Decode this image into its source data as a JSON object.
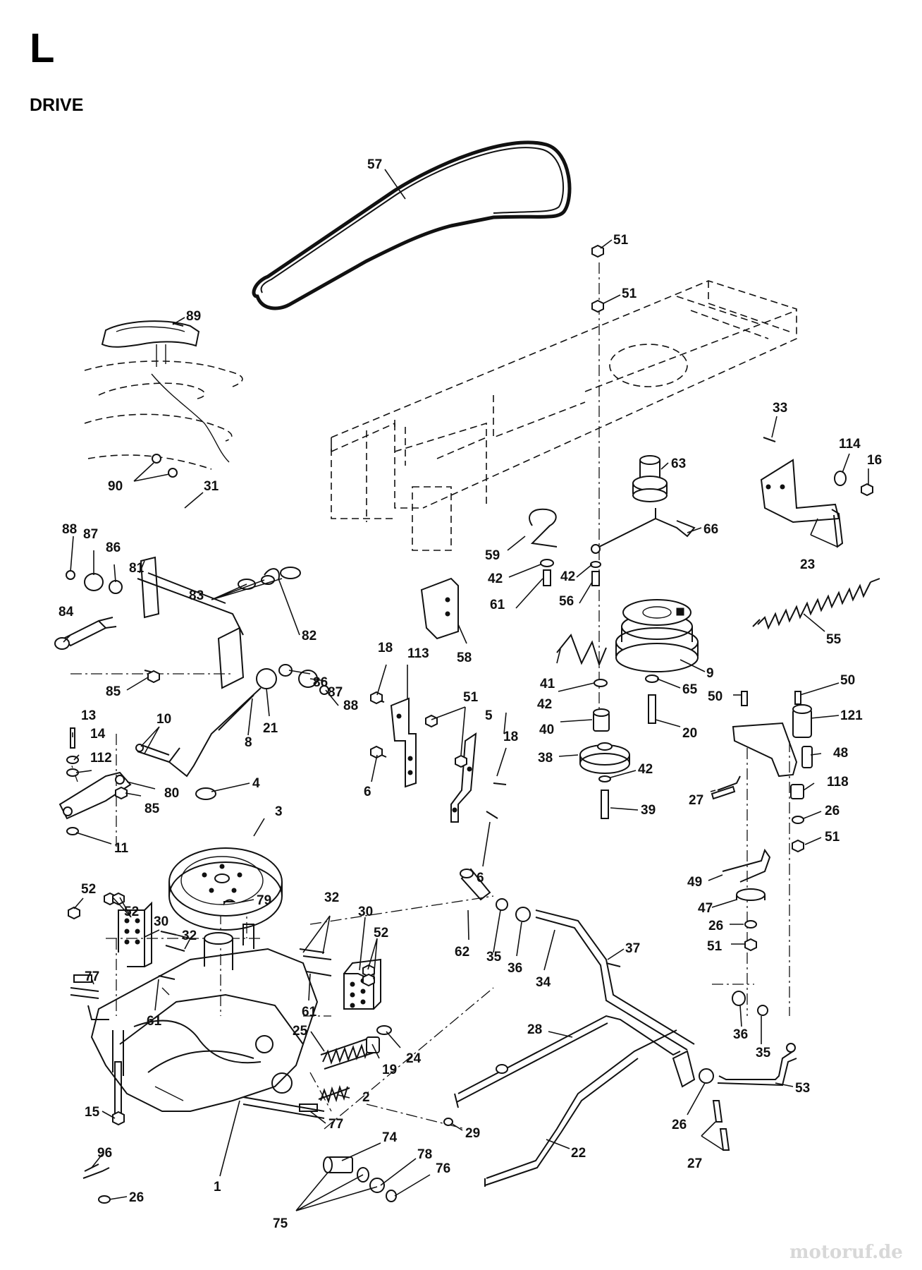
{
  "page": {
    "section_letter": "L",
    "section_title": "DRIVE",
    "watermark": "motoruf.de"
  },
  "callouts": [
    "57",
    "51",
    "51",
    "89",
    "90",
    "31",
    "88",
    "87",
    "86",
    "81",
    "84",
    "85",
    "83",
    "82",
    "86",
    "87",
    "88",
    "21",
    "8",
    "10",
    "13",
    "14",
    "112",
    "80",
    "85",
    "11",
    "4",
    "3",
    "79",
    "52",
    "52",
    "30",
    "32",
    "77",
    "61",
    "15",
    "96",
    "26",
    "1",
    "25",
    "19",
    "24",
    "2",
    "77",
    "74",
    "78",
    "76",
    "75",
    "32",
    "30",
    "52",
    "61",
    "18",
    "113",
    "6",
    "51",
    "5",
    "18",
    "6",
    "59",
    "42",
    "61",
    "42",
    "56",
    "63",
    "66",
    "58",
    "41",
    "42",
    "40",
    "38",
    "42",
    "39",
    "9",
    "65",
    "20",
    "55",
    "33",
    "114",
    "16",
    "23",
    "50",
    "50",
    "121",
    "48",
    "27",
    "118",
    "26",
    "51",
    "49",
    "47",
    "26",
    "51",
    "62",
    "35",
    "36",
    "34",
    "37",
    "28",
    "29",
    "22",
    "36",
    "35",
    "26",
    "53",
    "27"
  ],
  "colors": {
    "ink": "#111111",
    "paper": "#ffffff"
  },
  "icons": {
    "watermark": "motoruf-logo"
  }
}
